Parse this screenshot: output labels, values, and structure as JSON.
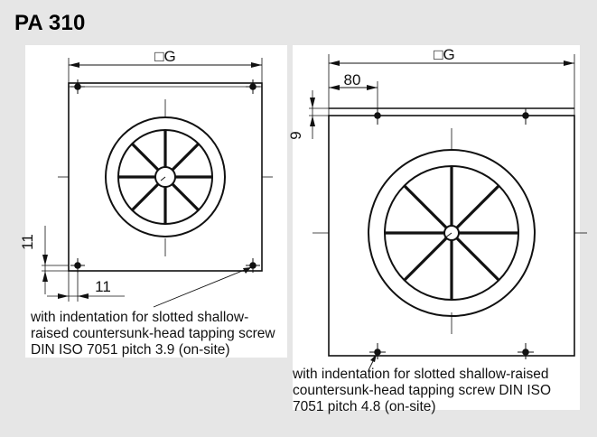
{
  "title": "PA 310",
  "left_drawing": {
    "dim_width_label": "□G",
    "dim_hole_offset_v": "11",
    "dim_hole_offset_h": "11",
    "caption": "with indentation for slotted shallow-\nraised countersunk-head tapping screw\nDIN ISO 7051 pitch 3.9 (on-site)"
  },
  "right_drawing": {
    "dim_width_label": "□G",
    "dim_hole_offset_h": "80",
    "dim_hole_offset_v": "9",
    "caption": "with indentation for slotted shallow-raised\ncountersunk-head tapping screw DIN ISO\n7051 pitch 4.8 (on-site)"
  },
  "colors": {
    "background": "#e6e6e6",
    "panel": "#ffffff",
    "lines": "#111111"
  }
}
